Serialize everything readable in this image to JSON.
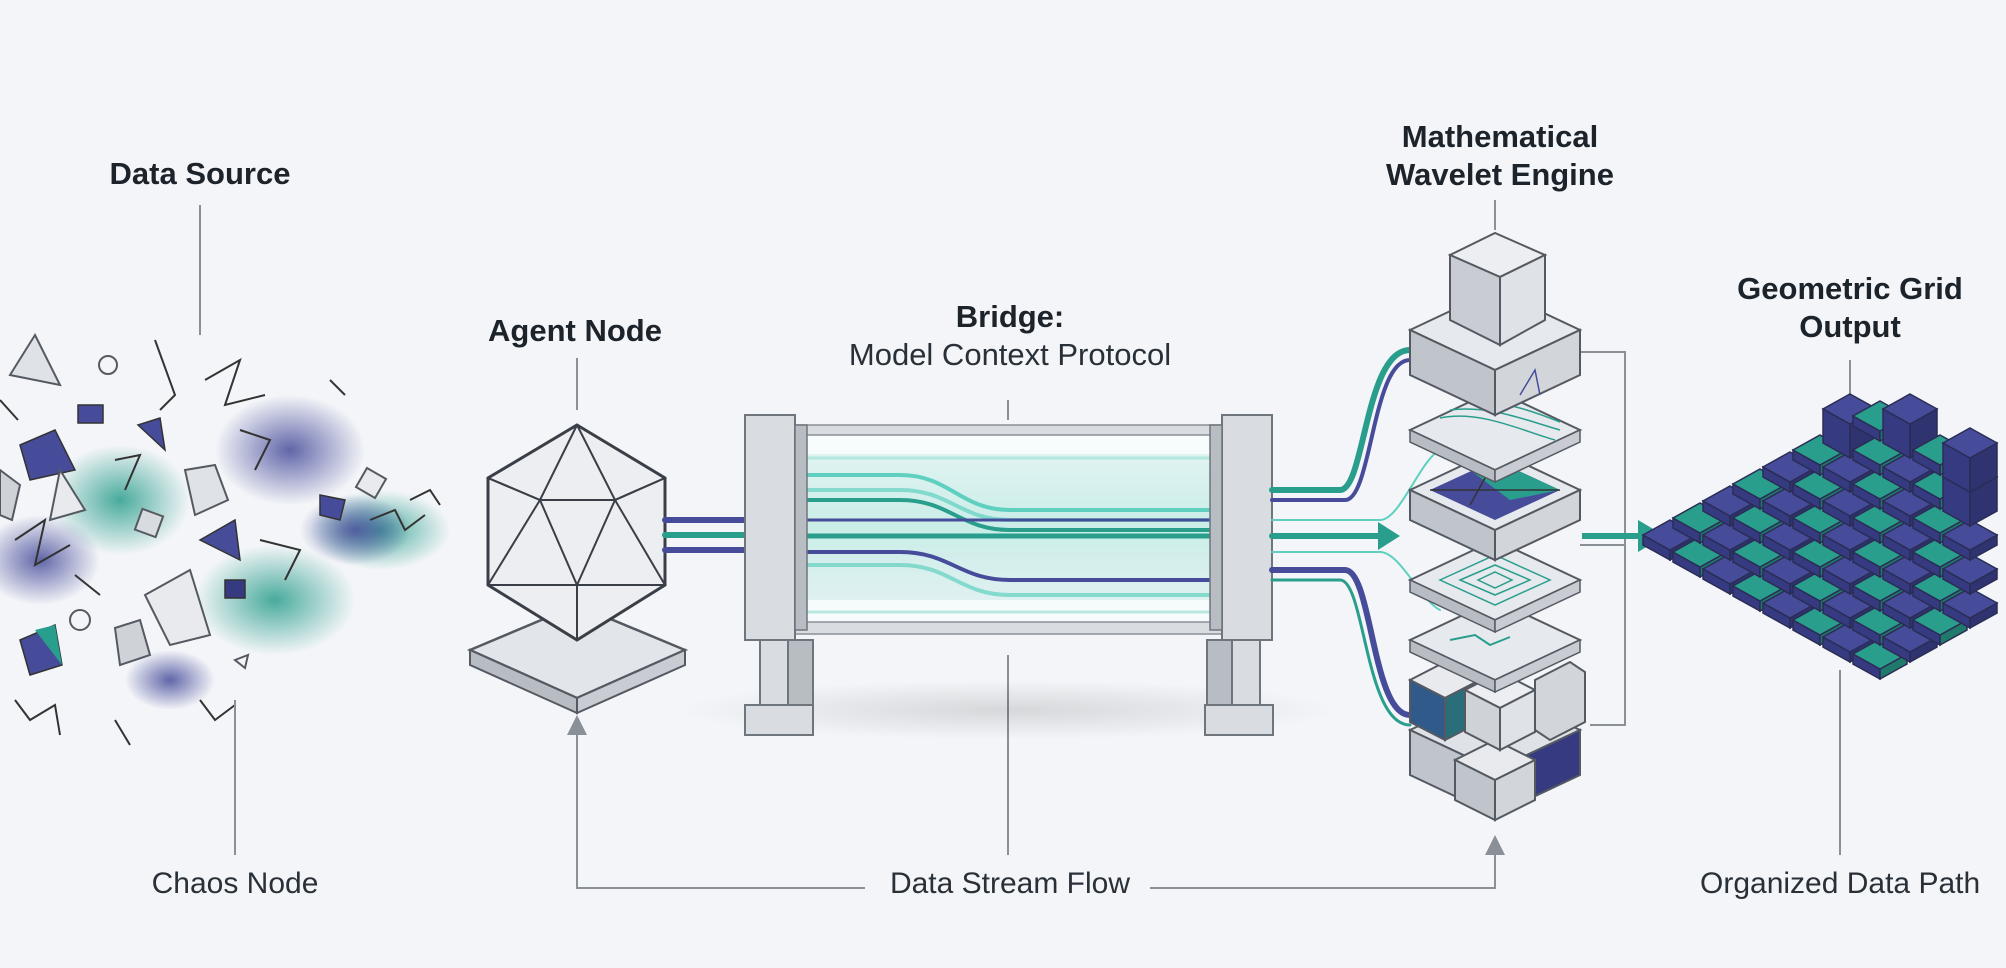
{
  "labels": {
    "data_source": "Data Source",
    "agent_node": "Agent Node",
    "bridge_title": "Bridge:",
    "bridge_subtitle": "Model Context Protocol",
    "wavelet_line1": "Mathematical",
    "wavelet_line2": "Wavelet Engine",
    "grid_line1": "Geometric Grid",
    "grid_line2": "Output",
    "chaos_node": "Chaos Node",
    "data_stream_flow": "Data Stream Flow",
    "organized_data_path": "Organized Data Path"
  },
  "colors": {
    "teal": "#2a9e8c",
    "teal_light": "#5fd0bf",
    "indigo": "#474c9a",
    "indigo_dark": "#363a80",
    "line": "#8a9098",
    "frame": "#d9dde2",
    "frame_dark": "#a8aeb6",
    "background": "#f3f5f8"
  },
  "icons": {
    "chaos": "scattered-shapes-icon",
    "agent": "icosahedron-icon",
    "bridge": "glass-tube-icon",
    "engine": "stacked-layers-icon",
    "grid": "tile-grid-icon"
  }
}
